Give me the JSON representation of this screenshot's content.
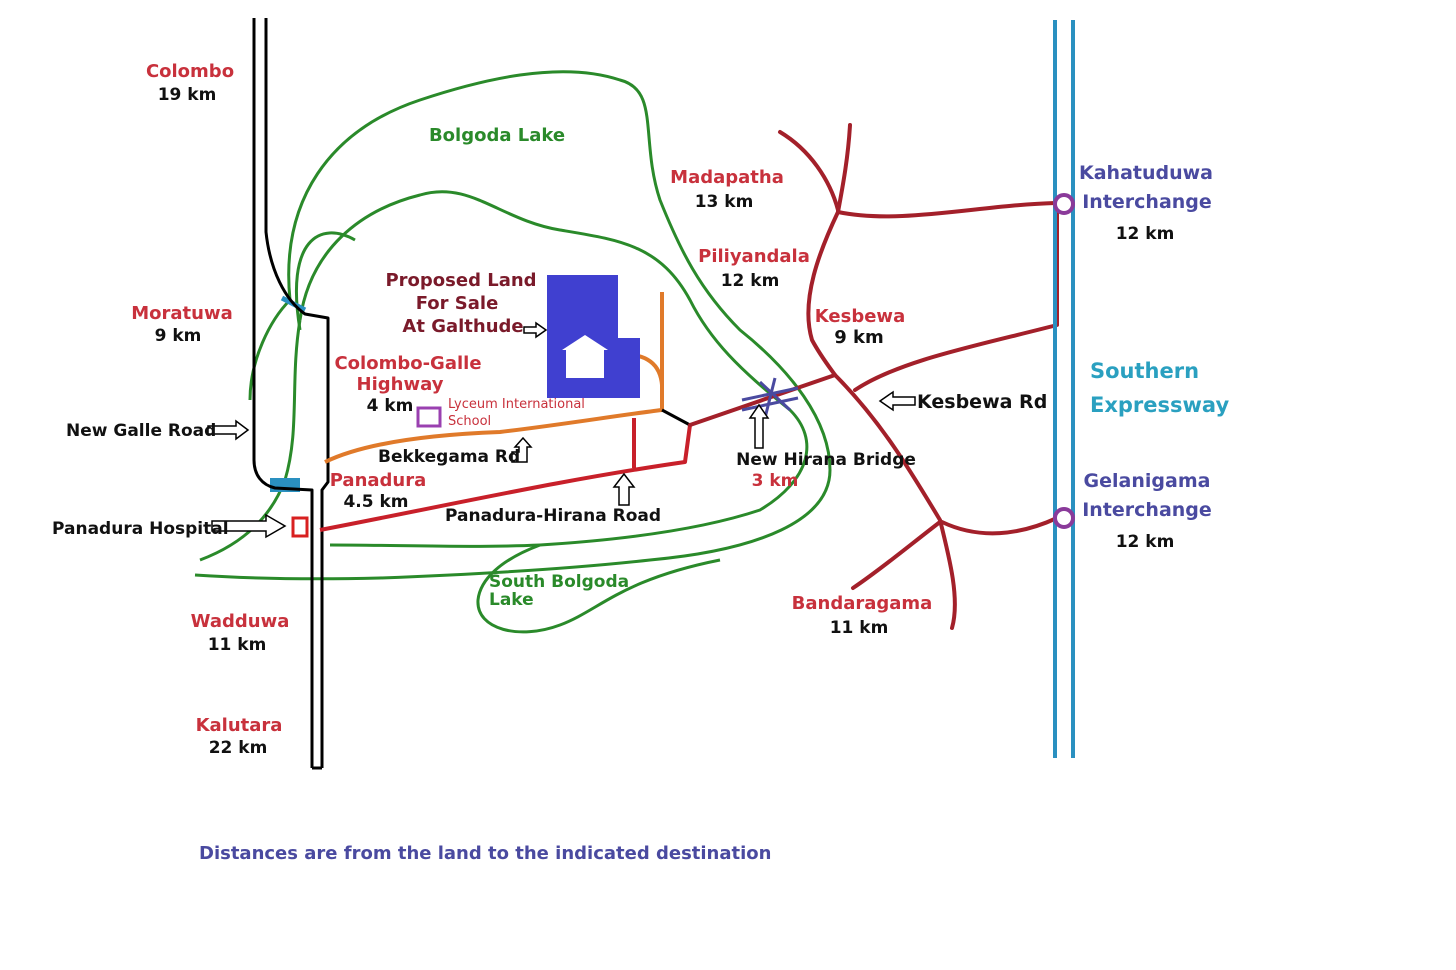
{
  "towns": {
    "colombo": {
      "name": "Colombo",
      "dist": "19 km"
    },
    "moratuwa": {
      "name": "Moratuwa",
      "dist": "9 km"
    },
    "wadduwa": {
      "name": "Wadduwa",
      "dist": "11 km"
    },
    "kalutara": {
      "name": "Kalutara",
      "dist": "22 km"
    },
    "panadura": {
      "name": "Panadura",
      "dist": "4.5 km"
    },
    "madapatha": {
      "name": "Madapatha",
      "dist": "13 km"
    },
    "piliyandala": {
      "name": "Piliyandala",
      "dist": "12 km"
    },
    "kesbewa": {
      "name": "Kesbewa",
      "dist": "9 km"
    },
    "bandaragama": {
      "name": "Bandaragama",
      "dist": "11 km"
    }
  },
  "highway": {
    "name_line1": "Colombo-Galle",
    "name_line2": "Highway",
    "dist": "4 km"
  },
  "land": {
    "line1": "Proposed Land",
    "line2": "For Sale",
    "line3": "At Galthude"
  },
  "school": {
    "line1": "Lyceum International",
    "line2": "School"
  },
  "roads": {
    "new_galle": "New Galle Road",
    "bekkegama": "Bekkegama Rd",
    "panadura_hirana": "Panadura-Hirana Road",
    "kesbewa": "Kesbewa Rd"
  },
  "hospital": "Panadura Hospital",
  "bridge": {
    "name": "New Hirana Bridge",
    "dist": "3 km"
  },
  "lakes": {
    "bolgoda": "Bolgoda Lake",
    "south_line1": "South Bolgoda",
    "south_line2": "Lake"
  },
  "interchanges": {
    "kahatuduwa": {
      "line1": "Kahatuduwa",
      "line2": "Interchange",
      "dist": "12 km"
    },
    "gelanigama": {
      "line1": "Gelanigama",
      "line2": "Interchange",
      "dist": "12 km"
    }
  },
  "expressway": {
    "line1": "Southern",
    "line2": "Expressway"
  },
  "footer": "Distances are from the land to the indicated destination",
  "colors": {
    "town": "#c8313c",
    "lake": "#2a8a2a",
    "road": "#a3202a",
    "lane": "#e07a2a",
    "land": "#4040d0",
    "interchange": "#4a4aa0",
    "expressway": "#2a90c0",
    "school": "#9a40b0"
  }
}
